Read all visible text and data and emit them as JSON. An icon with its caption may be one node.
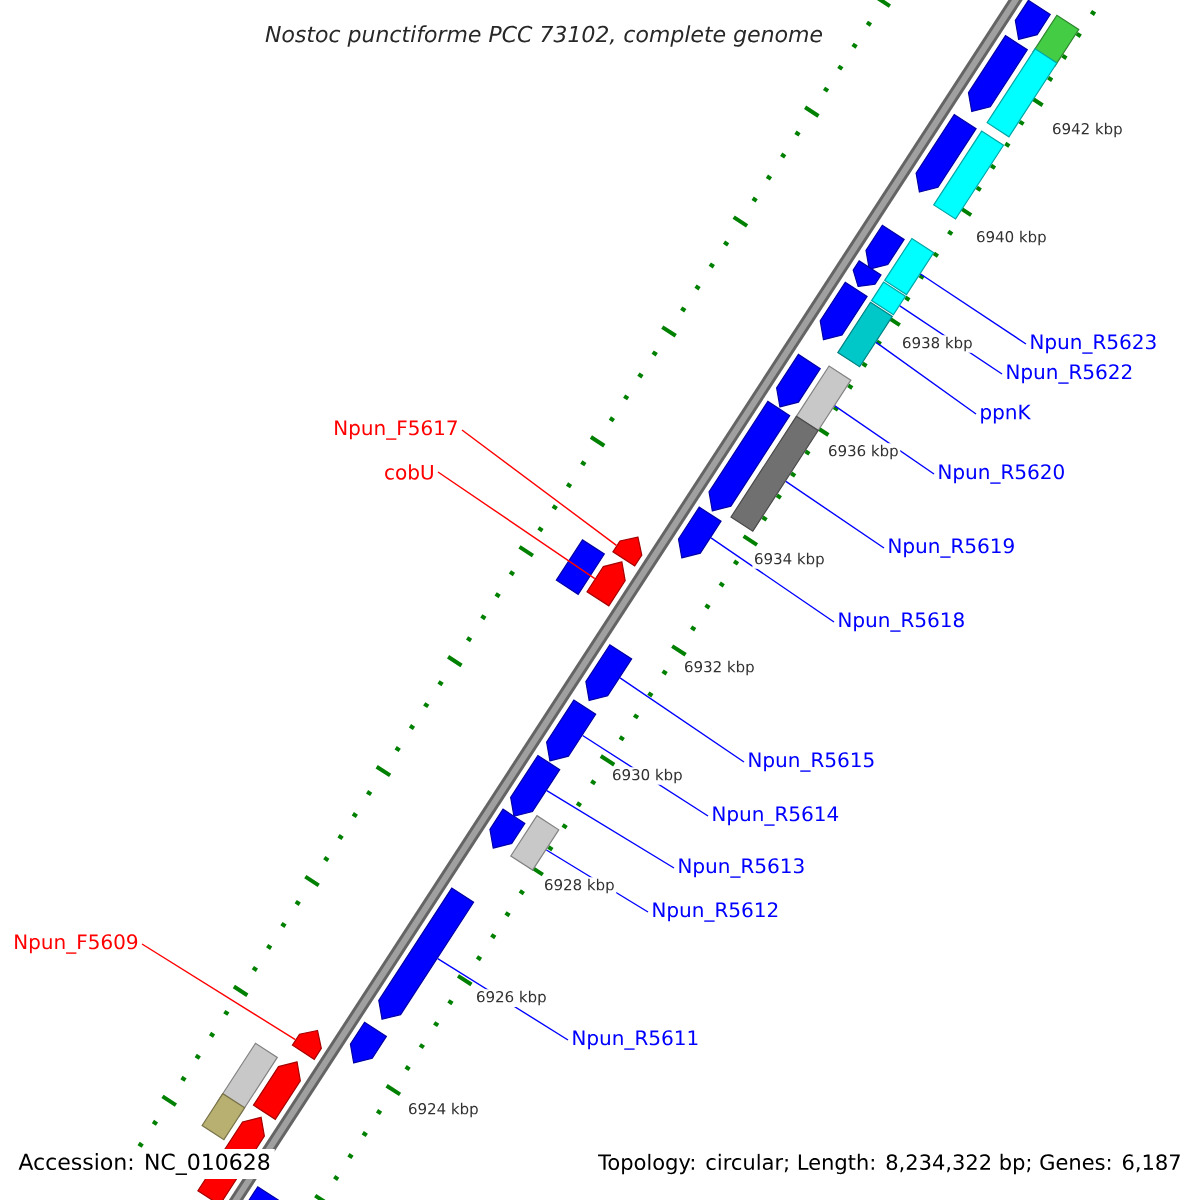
{
  "diagram": {
    "title": "Nostoc punctiforme PCC 73102, complete genome",
    "nodes": [
      {
        "text": [
          "Npun_R5623"
        ]
      },
      {
        "text": [
          "Npun_R5622"
        ]
      },
      {
        "text": [
          "ppnK"
        ]
      },
      {
        "text": [
          "Npun_F5617"
        ]
      },
      {
        "text": [
          "cobU"
        ]
      },
      {
        "text": [
          "Npun_R5620"
        ]
      },
      {
        "text": [
          "Npun_R5619"
        ]
      },
      {
        "text": [
          "Npun_R5618"
        ]
      },
      {
        "text": [
          "Npun_R5615"
        ]
      },
      {
        "text": [
          "Npun_R5614"
        ]
      },
      {
        "text": [
          "Npun_R5613"
        ]
      },
      {
        "text": [
          "Npun_R5612"
        ]
      },
      {
        "text": [
          "Npun_F5609"
        ]
      },
      {
        "text": [
          "Npun_R5611"
        ]
      },
      {
        "text": [],
        "shape": "bar"
      },
      {
        "text": [],
        "shape": "box"
      },
      {
        "text": [],
        "shape": "bar"
      },
      {
        "text": [],
        "shape": "box"
      },
      {
        "text": [],
        "shape": "bar"
      },
      {
        "text": [],
        "shape": "box"
      },
      {
        "text": [],
        "shape": "bar"
      },
      {
        "text": [],
        "shape": "box"
      },
      {
        "text": [],
        "shape": "bar"
      },
      {
        "text": [],
        "shape": "box"
      },
      {
        "text": [],
        "shape": "bar"
      },
      {
        "text": [],
        "shape": "box"
      },
      {
        "text": [],
        "shape": "bar"
      },
      {
        "text": [],
        "shape": "box"
      },
      {
        "text": [],
        "shape": "bar"
      },
      {
        "text": [],
        "shape": "box"
      },
      {
        "text": [],
        "shape": "bar"
      },
      {
        "text": [],
        "shape": "bar"
      },
      {
        "text": [],
        "shape": "box"
      },
      {
        "text": [],
        "shape": "bar"
      },
      {
        "text": [],
        "shape": "bar"
      },
      {
        "text": [],
        "shape": "bar"
      },
      {
        "text": [],
        "shape": "bar"
      },
      {
        "text": [],
        "shape": "box"
      },
      {
        "text": [],
        "shape": "bar"
      },
      {
        "text": [],
        "shape": "bar"
      },
      {
        "text": [],
        "shape": "bar"
      },
      {
        "text": [],
        "shape": "bar"
      },
      {
        "text": [],
        "shape": "bar"
      },
      {
        "text": [],
        "shape": "box"
      },
      {
        "text": [],
        "shape": "box"
      },
      {
        "text": [],
        "shape": "bar"
      },
      {
        "text": [],
        "shape": "bar"
      }
    ],
    "edges": [
      {
        "from": 0,
        "to": 21,
        "arrow": "none"
      },
      {
        "from": 1,
        "to": 23,
        "arrow": "none"
      },
      {
        "from": 2,
        "to": 25,
        "arrow": "none"
      },
      {
        "from": 3,
        "to": 31,
        "arrow": "none",
        "color": "#ff0000"
      },
      {
        "from": 4,
        "to": 33,
        "arrow": "none",
        "color": "#ff0000"
      },
      {
        "from": 5,
        "to": 27,
        "arrow": "none"
      },
      {
        "from": 6,
        "to": 29,
        "arrow": "none"
      },
      {
        "from": 7,
        "to": 30,
        "arrow": "none"
      },
      {
        "from": 8,
        "to": 34,
        "arrow": "none"
      },
      {
        "from": 9,
        "to": 35,
        "arrow": "none"
      },
      {
        "from": 10,
        "to": 36,
        "arrow": "none"
      },
      {
        "from": 11,
        "to": 37,
        "arrow": "none"
      },
      {
        "from": 12,
        "to": 41,
        "arrow": "none",
        "color": "#ff0000"
      },
      {
        "from": 13,
        "to": 39,
        "arrow": "none"
      }
    ],
    "labels": [
      "6942 kbp",
      "6940 kbp",
      "6938 kbp",
      "6936 kbp",
      "6934 kbp",
      "6932 kbp",
      "6930 kbp",
      "6928 kbp",
      "6926 kbp",
      "6924 kbp",
      "Accession: NC_010628",
      "Topology: circular; Length: 8,234,322 bp; Genes: 6,187"
    ]
  }
}
